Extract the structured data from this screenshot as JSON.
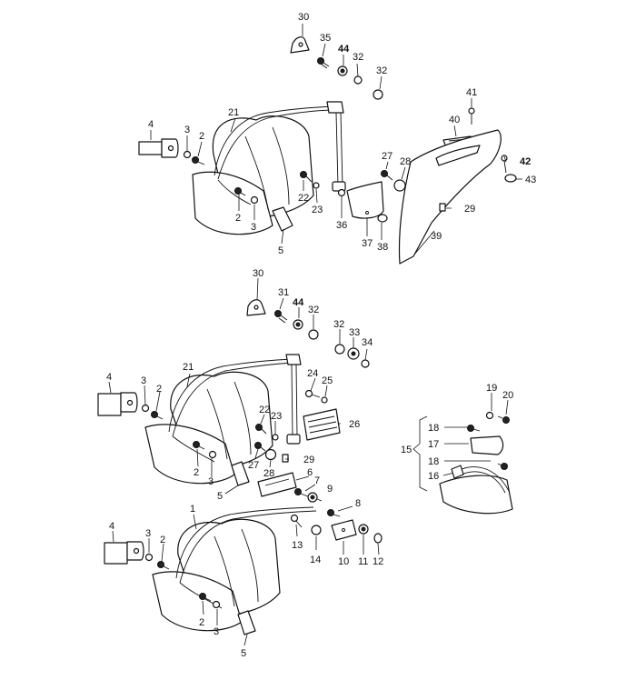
{
  "diagram": {
    "group_top": {
      "labels": {
        "c30": "30",
        "c35": "35",
        "c44": "44",
        "c32a": "32",
        "c32b": "32",
        "c41": "41",
        "c40": "40",
        "c4": "4",
        "c3a": "3",
        "c2a": "2",
        "c21": "21",
        "c27": "27",
        "c28": "28",
        "c42": "42",
        "c43": "43",
        "c22": "22",
        "c23": "23",
        "c36": "36",
        "c2b": "2",
        "c3b": "3",
        "c5": "5",
        "c37": "37",
        "c38": "38",
        "c39": "39",
        "c29": "29"
      }
    },
    "group_middle": {
      "labels": {
        "c30": "30",
        "c31": "31",
        "c44": "44",
        "c32a": "32",
        "c32b": "32",
        "c33": "33",
        "c34": "34",
        "c4": "4",
        "c3a": "3",
        "c2a": "2",
        "c21": "21",
        "c24": "24",
        "c25": "25",
        "c22": "22",
        "c23": "23",
        "c26": "26",
        "c27": "27",
        "c29": "29",
        "c28": "28",
        "c6": "6",
        "c7": "7",
        "c9": "9",
        "c2b": "2",
        "c3b": "3",
        "c5": "5"
      }
    },
    "group_right": {
      "labels": {
        "c19": "19",
        "c20": "20",
        "c18a": "18",
        "c17": "17",
        "c15": "15",
        "c18b": "18",
        "c16": "16"
      }
    },
    "group_bottom": {
      "labels": {
        "c1": "1",
        "c8": "8",
        "c4": "4",
        "c3a": "3",
        "c2a": "2",
        "c13": "13",
        "c14": "14",
        "c10": "10",
        "c11": "11",
        "c12": "12",
        "c2b": "2",
        "c3b": "3",
        "c5": "5"
      }
    }
  }
}
